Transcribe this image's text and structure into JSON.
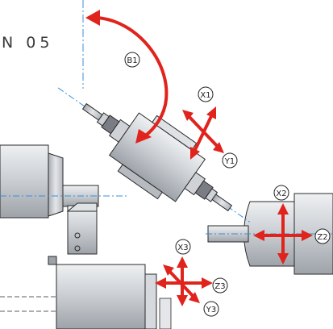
{
  "title": "N 05",
  "colors": {
    "arrow": "#e0231c",
    "machine_fill": "#cfd2d6",
    "machine_dark": "#7a7e84",
    "outline": "#2a2a2a",
    "centerline": "#3a8fd8",
    "background": "#ffffff"
  },
  "labels": {
    "b1": "B1",
    "x1": "X1",
    "y1": "Y1",
    "x2": "X2",
    "z2": "Z2",
    "x3": "X3",
    "z3": "Z3",
    "y3": "Y3"
  }
}
